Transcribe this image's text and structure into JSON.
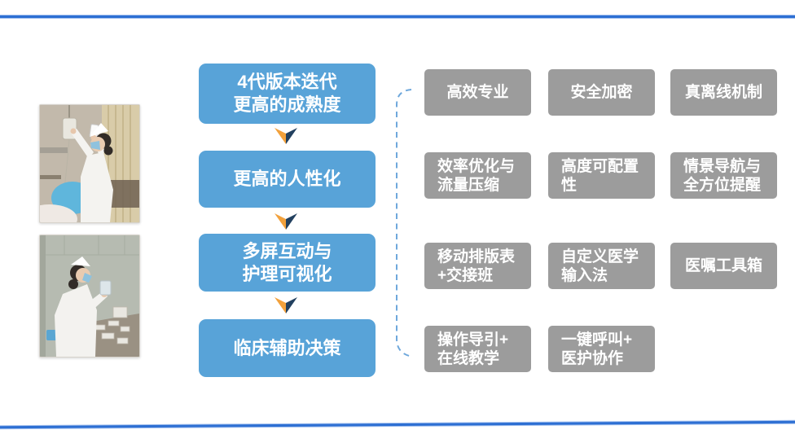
{
  "slide": {
    "flow": {
      "steps": [
        {
          "line1": "4代版本迭代",
          "line2": "更高的成熟度"
        },
        {
          "line1": "更高的人性化"
        },
        {
          "line1": "多屏互动与",
          "line2": "护理可视化"
        },
        {
          "line1": "临床辅助决策"
        }
      ]
    },
    "features": {
      "boxes": [
        {
          "line1": "高效专业"
        },
        {
          "line1": "安全加密"
        },
        {
          "line1": "真离线机制"
        },
        {
          "line1": "效率优化与",
          "line2": "流量压缩"
        },
        {
          "line1": "高度可配置",
          "line2": "性"
        },
        {
          "line1": "情景导航与",
          "line2": "全方位提醒"
        },
        {
          "line1": "移动排版表",
          "line2": "+交接班"
        },
        {
          "line1": "自定义医学",
          "line2": "输入法"
        },
        {
          "line1": "医嘱工具箱"
        },
        {
          "line1": "操作导引+",
          "line2": "在线教学"
        },
        {
          "line1": "一键呼叫+",
          "line2": "医护协作"
        }
      ]
    },
    "photos": {
      "photo1_alt": "护士扫描输液袋照片",
      "photo2_alt": "护士配药核对照片"
    },
    "icons": {
      "flow_arrow": "chevron-down-two-tone"
    },
    "colors": {
      "step_box": "#58A3D8",
      "feature_box": "#9C9C9C",
      "arrow_orange": "#F2A13C",
      "arrow_navy": "#22405F",
      "dashed_bracket": "#6FA8DC",
      "rule_line": "#2D6FD3",
      "text": "#FFFFFF"
    }
  }
}
